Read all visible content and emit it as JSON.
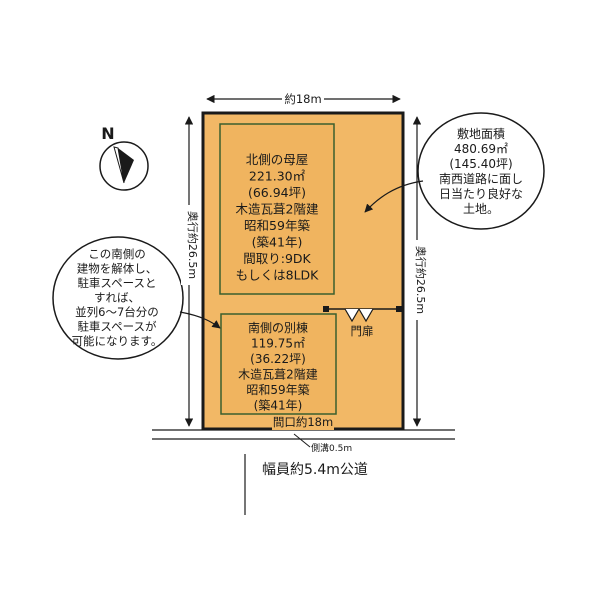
{
  "colors": {
    "lot_fill": "#f2b866",
    "building_fill": "#f0b45f",
    "outline": "#1a1a1a",
    "building_outline": "#3b5f2e",
    "dimension": "#1a1a1a"
  },
  "dimensions": {
    "width_top": "約18m",
    "depth_left": "奥行約26.5m",
    "depth_right": "奥行約26.5m",
    "frontage": "間口約18m",
    "ditch": "側溝0.5m"
  },
  "north": {
    "label": "N",
    "icon": "compass-north-icon"
  },
  "main_house": {
    "lines": [
      "北側の母屋",
      "221.30㎡",
      "(66.94坪)",
      "木造瓦葺2階建",
      "昭和59年築",
      "(築41年)",
      "間取り:9DK",
      "もしくは8LDK"
    ]
  },
  "annex": {
    "lines": [
      "南側の別棟",
      "119.75㎡",
      "(36.22坪)",
      "木造瓦葺2階建",
      "昭和59年築",
      "(築41年)"
    ]
  },
  "gate": {
    "label": "門扉"
  },
  "road": {
    "label": "幅員約5.4m公道"
  },
  "bubble_site": {
    "lines": [
      "敷地面積",
      "480.69㎡",
      "(145.40坪)",
      "南西道路に面し",
      "日当たり良好な",
      "土地。"
    ]
  },
  "bubble_parking": {
    "lines": [
      "この南側の",
      "建物を解体し、",
      "駐車スペースと",
      "すれば、",
      "並列6〜7台分の",
      "駐車スペースが",
      "可能になります。"
    ]
  }
}
